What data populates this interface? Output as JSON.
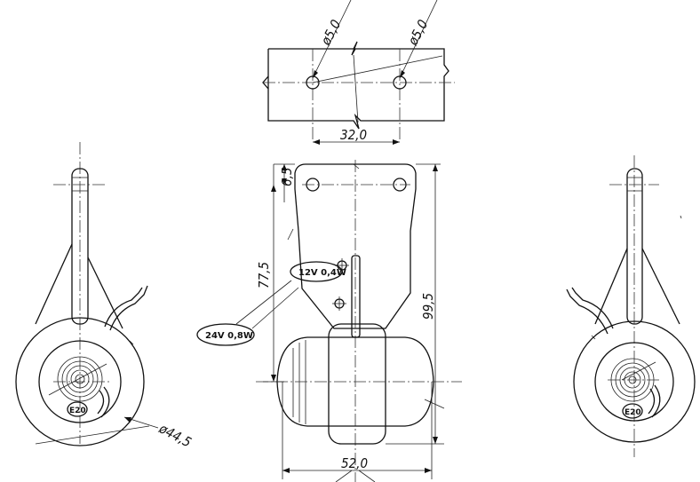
{
  "dimensions": {
    "hole_left": "ø5,0",
    "hole_right": "ø5,0",
    "hole_spacing": "32,0",
    "top_offset": "6,5",
    "height_mount": "77,5",
    "height_total": "99,5",
    "width_lens": "52,0",
    "diameter_base": "ø44,5"
  },
  "labels": {
    "power_small": "12V 0,4W",
    "power_large": "24V 0,8W",
    "approval_left": "E20",
    "approval_right": "E20"
  }
}
